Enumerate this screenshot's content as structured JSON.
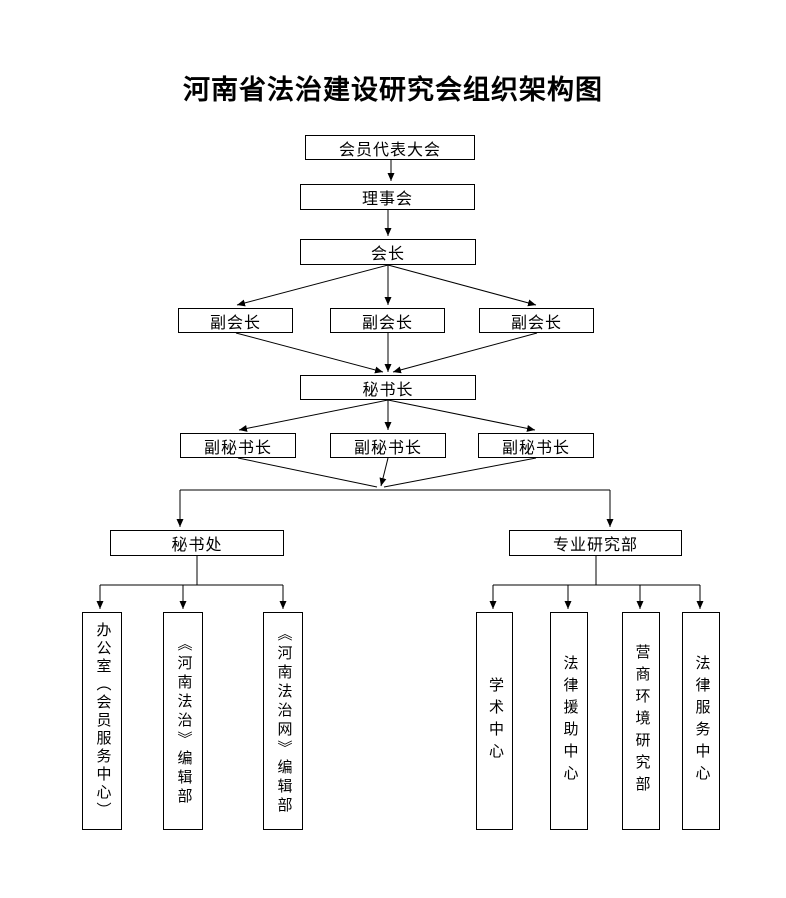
{
  "title": "河南省法治建设研究会组织架构图",
  "nodes": {
    "assembly": "会员代表大会",
    "council": "理事会",
    "president": "会长",
    "vice_president_1": "副会长",
    "vice_president_2": "副会长",
    "vice_president_3": "副会长",
    "secretary_general": "秘书长",
    "deputy_secretary_general_1": "副秘书长",
    "deputy_secretary_general_2": "副秘书长",
    "deputy_secretary_general_3": "副秘书长",
    "secretariat": "秘书处",
    "professional_research_dept": "专业研究部",
    "office_member_service_center": "办公室（会员服务中心）",
    "henan_fazhi_editorial": "《河南法治》编辑部",
    "henan_fazhi_web_editorial": "《河南法治网》编辑部",
    "academic_center": "学术中心",
    "legal_aid_center": "法律援助中心",
    "business_env_research_dept": "营商环境研究部",
    "legal_service_center": "法律服务中心"
  }
}
